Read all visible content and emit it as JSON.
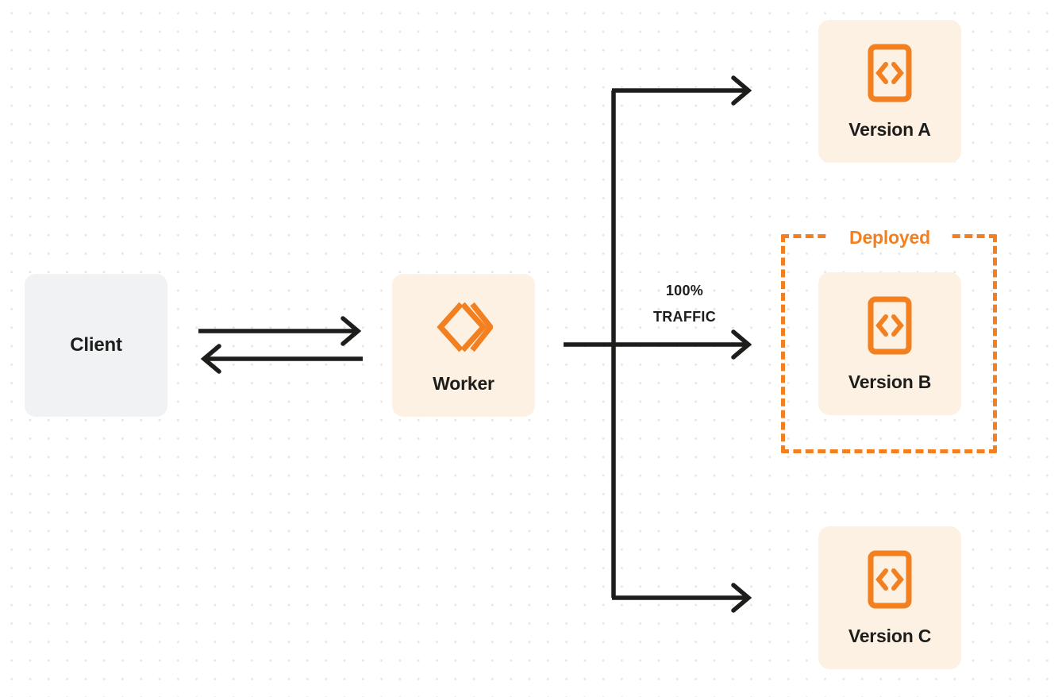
{
  "diagram": {
    "title": "Worker version traffic routing",
    "colors": {
      "accent_orange": "#f38020",
      "card_cream": "#fdf1e3",
      "card_gray": "#f1f2f4",
      "text_dark": "#1d1d1b",
      "line_dark": "#1d1d1b",
      "grid_dot": "#e6e6e8"
    }
  },
  "nodes": {
    "client": {
      "label": "Client",
      "icon": "none"
    },
    "worker": {
      "label": "Worker",
      "icon": "cloudflare-workers-icon"
    },
    "version_a": {
      "label": "Version A",
      "icon": "code-document-icon"
    },
    "version_b": {
      "label": "Version B",
      "icon": "code-document-icon"
    },
    "version_c": {
      "label": "Version C",
      "icon": "code-document-icon"
    }
  },
  "annotations": {
    "deployed_label": "Deployed",
    "traffic_percent": "100%",
    "traffic_word": "TRAFFIC"
  }
}
